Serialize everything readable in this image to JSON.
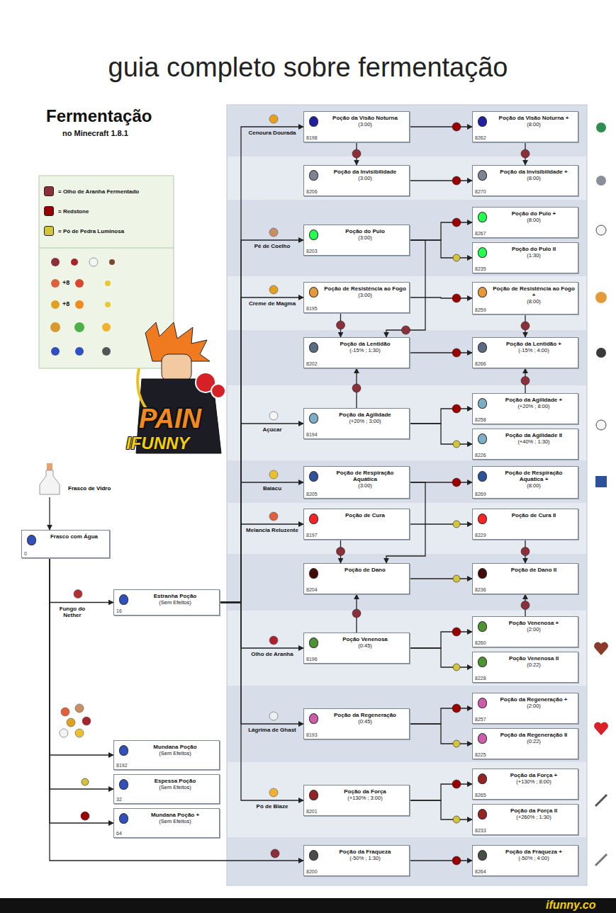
{
  "diagram": {
    "title": "guia completo sobre fermentação",
    "nodes": [
      {
        "text": [
          "Frasco de Vidro"
        ]
      },
      {
        "text": [
          "Frasco com Água",
          "0"
        ]
      },
      {
        "text": [
          "Estranha Poção",
          "(Sem Efeitos)",
          "16"
        ]
      },
      {
        "text": [
          "Mundana Poção",
          "(Sem Efeitos)",
          "8192"
        ]
      },
      {
        "text": [
          "Espessa Poção",
          "(Sem Efeitos)",
          "32"
        ]
      },
      {
        "text": [
          "Mundana Poção +",
          "(Sem Efeitos)",
          "64"
        ]
      },
      {
        "text": [
          "Poção da Visão Noturna",
          "(3:00)",
          "8198"
        ]
      },
      {
        "text": [
          "Poção da Invisibilidade",
          "(3:00)",
          "8206"
        ]
      },
      {
        "text": [
          "Poção do Pulo",
          "(3:00)",
          "8203"
        ]
      },
      {
        "text": [
          "Poção de Resistência ao Fogo",
          "(3:00)",
          "8195"
        ]
      },
      {
        "text": [
          "Poção da Lentidão",
          "(-15% ; 1:30)",
          "8202"
        ]
      },
      {
        "text": [
          "Poção da Agilidade",
          "(+20% ; 3:00)",
          "8194"
        ]
      },
      {
        "text": [
          "Poção de Respiração Aquática",
          "(3:00)",
          "8205"
        ]
      },
      {
        "text": [
          "Poção de Cura",
          "8197"
        ]
      },
      {
        "text": [
          "Poção de Dano",
          "8204"
        ]
      },
      {
        "text": [
          "Poção Venenosa",
          "(0:45)",
          "8196"
        ]
      },
      {
        "text": [
          "Poção da Regeneração",
          "(0:45)",
          "8193"
        ]
      },
      {
        "text": [
          "Poção da Força",
          "(+130% ; 3:00)",
          "8201"
        ]
      },
      {
        "text": [
          "Poção da Fraqueza",
          "(-50% ; 1:30)",
          "8200"
        ]
      },
      {
        "text": [
          "Poção da Visão Noturna +",
          "(8:00)",
          "8262"
        ]
      },
      {
        "text": [
          "Poção da Invisibilidade +",
          "(8:00)",
          "8270"
        ]
      },
      {
        "text": [
          "Poção do Pulo +",
          "(8:00)",
          "8267"
        ]
      },
      {
        "text": [
          "Poção do Pulo II",
          "(1:30)",
          "8235"
        ]
      },
      {
        "text": [
          "Poção de Resistência ao Fogo +",
          "(8:00)",
          "8259"
        ]
      },
      {
        "text": [
          "Poção da Lentidão +",
          "(-15% ; 4:00)",
          "8266"
        ]
      },
      {
        "text": [
          "Poção da Agilidade +",
          "(+20% ; 8:00)",
          "8258"
        ]
      },
      {
        "text": [
          "Poção da Agilidade II",
          "(+40% ; 1:30)",
          "8226"
        ]
      },
      {
        "text": [
          "Poção de Respiração Aquática +",
          "(8:00)",
          "8269"
        ]
      },
      {
        "text": [
          "Poção de Cura II",
          "8229"
        ]
      },
      {
        "text": [
          "Poção de Dano II",
          "8236"
        ]
      },
      {
        "text": [
          "Poção Venenosa +",
          "(2:00)",
          "8260"
        ]
      },
      {
        "text": [
          "Poção Venenosa II",
          "(0:22)",
          "8228"
        ]
      },
      {
        "text": [
          "Poção da Regeneração +",
          "(2:00)",
          "8257"
        ]
      },
      {
        "text": [
          "Poção da Regeneração II",
          "(0:22)",
          "8225"
        ]
      },
      {
        "text": [
          "Poção da Força +",
          "(+130% ; 8:00)",
          "8265"
        ]
      },
      {
        "text": [
          "Poção da Força II",
          "(+260% ; 1:30)",
          "8233"
        ]
      },
      {
        "text": [
          "Poção da Fraqueza +",
          "(-50% ; 4:00)",
          "8264"
        ]
      }
    ],
    "edges": [
      {
        "from": 0,
        "to": 1,
        "arrow": "to"
      },
      {
        "from": 1,
        "to": 2,
        "arrow": "to",
        "label": "Fungo do Nether"
      },
      {
        "from": 1,
        "to": 3,
        "arrow": "to"
      },
      {
        "from": 1,
        "to": 4,
        "arrow": "to"
      },
      {
        "from": 1,
        "to": 5,
        "arrow": "to"
      },
      {
        "from": 1,
        "to": 18,
        "arrow": "to"
      },
      {
        "from": 2,
        "to": 6,
        "arrow": "to",
        "label": "Cenoura Dourada"
      },
      {
        "from": 2,
        "to": 8,
        "arrow": "to",
        "label": "Pé de Coelho"
      },
      {
        "from": 2,
        "to": 9,
        "arrow": "to",
        "label": "Creme de Magma"
      },
      {
        "from": 2,
        "to": 11,
        "arrow": "to",
        "label": "Açúcar"
      },
      {
        "from": 2,
        "to": 12,
        "arrow": "to",
        "label": "Baiacu"
      },
      {
        "from": 2,
        "to": 13,
        "arrow": "to",
        "label": "Melancia Reluzente"
      },
      {
        "from": 2,
        "to": 15,
        "arrow": "to",
        "label": "Olho de Aranha"
      },
      {
        "from": 2,
        "to": 16,
        "arrow": "to",
        "label": "Lágrima de Ghast"
      },
      {
        "from": 2,
        "to": 17,
        "arrow": "to",
        "label": "Pó de Blaze"
      },
      {
        "from": 6,
        "to": 19,
        "arrow": "to"
      },
      {
        "from": 6,
        "to": 7,
        "arrow": "to"
      },
      {
        "from": 19,
        "to": 20,
        "arrow": "to"
      },
      {
        "from": 7,
        "to": 20,
        "arrow": "to"
      },
      {
        "from": 8,
        "to": 21,
        "arrow": "to"
      },
      {
        "from": 8,
        "to": 22,
        "arrow": "to"
      },
      {
        "from": 8,
        "to": 10,
        "arrow": "to"
      },
      {
        "from": 9,
        "to": 23,
        "arrow": "to"
      },
      {
        "from": 9,
        "to": 10,
        "arrow": "to"
      },
      {
        "from": 23,
        "to": 24,
        "arrow": "to"
      },
      {
        "from": 10,
        "to": 24,
        "arrow": "to"
      },
      {
        "from": 11,
        "to": 10,
        "arrow": "to"
      },
      {
        "from": 11,
        "to": 25,
        "arrow": "to"
      },
      {
        "from": 11,
        "to": 26,
        "arrow": "to"
      },
      {
        "from": 25,
        "to": 24,
        "arrow": "to"
      },
      {
        "from": 12,
        "to": 27,
        "arrow": "to"
      },
      {
        "from": 12,
        "to": 14,
        "arrow": "to"
      },
      {
        "from": 13,
        "to": 28,
        "arrow": "to"
      },
      {
        "from": 13,
        "to": 14,
        "arrow": "to"
      },
      {
        "from": 28,
        "to": 29,
        "arrow": "to"
      },
      {
        "from": 14,
        "to": 29,
        "arrow": "to"
      },
      {
        "from": 15,
        "to": 14,
        "arrow": "to"
      },
      {
        "from": 15,
        "to": 30,
        "arrow": "to"
      },
      {
        "from": 15,
        "to": 31,
        "arrow": "to"
      },
      {
        "from": 30,
        "to": 29,
        "arrow": "to"
      },
      {
        "from": 16,
        "to": 32,
        "arrow": "to"
      },
      {
        "from": 16,
        "to": 33,
        "arrow": "to"
      },
      {
        "from": 17,
        "to": 34,
        "arrow": "to"
      },
      {
        "from": 17,
        "to": 35,
        "arrow": "to"
      },
      {
        "from": 18,
        "to": 36,
        "arrow": "to"
      }
    ],
    "labels": [
      "Fermentação",
      "no Minecraft 1.8.1",
      "+8",
      "+8",
      "PAIN",
      "IFUNNY",
      "ifunny.co"
    ],
    "legend": [
      {
        "text": "= Olho de Aranha Fermentado",
        "color": "#8b2f3a"
      },
      {
        "text": "= Redstone",
        "color": "#9b0000"
      },
      {
        "text": "= Pó de Pedra Luminosa",
        "color": "#d4c43a"
      }
    ]
  }
}
